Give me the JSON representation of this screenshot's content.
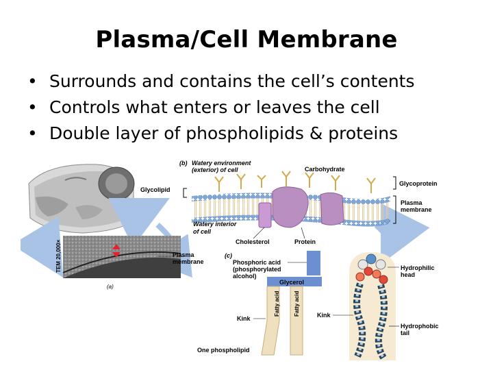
{
  "slide": {
    "title": "Plasma/Cell Membrane",
    "bullets": [
      "Surrounds and contains the cell’s contents",
      "Controls what enters or leaves the cell",
      "Double layer of phospholipids & proteins"
    ]
  },
  "figure": {
    "panel_b_letter": "(b)",
    "watery_env_line1": "Watery environment",
    "watery_env_line2": "(exterior) of cell",
    "carbohydrate": "Carbohydrate",
    "glycoprotein": "Glycoprotein",
    "glycolipid": "Glycolipid",
    "plasma_membrane_1": "Plasma",
    "plasma_membrane_2": "membrane",
    "watery_interior_1": "Watery interior",
    "watery_interior_2": "of cell",
    "cholesterol": "Cholesterol",
    "protein": "Protein",
    "micro_label_1": "Plasma",
    "micro_label_2": "membrane",
    "tem_label": "TEM 20,000×",
    "panel_a_letter": "(a)",
    "panel_c_letter": "(c)",
    "phosphoric_1": "Phosphoric acid",
    "phosphoric_2": "(phosphorylated",
    "phosphoric_3": "alcohol)",
    "glycerol": "Glycerol",
    "fatty_acid_1": "Fatty acid",
    "fatty_acid_2": "Fatty acid",
    "kink_left": "Kink",
    "kink_right": "Kink",
    "hydrophilic_1": "Hydrophilic",
    "hydrophilic_2": "head",
    "hydrophobic_1": "Hydrophobic",
    "hydrophobic_2": "tail",
    "one_phospholipid": "One phospholipid"
  },
  "colors": {
    "membrane_head": "#7fa7d6",
    "protein": "#b98fc2",
    "glycerol": "#6b8fd0",
    "fatty_acid": "#efe0c0",
    "arrow": "#a9c3e6",
    "marker": "#e0232e"
  }
}
